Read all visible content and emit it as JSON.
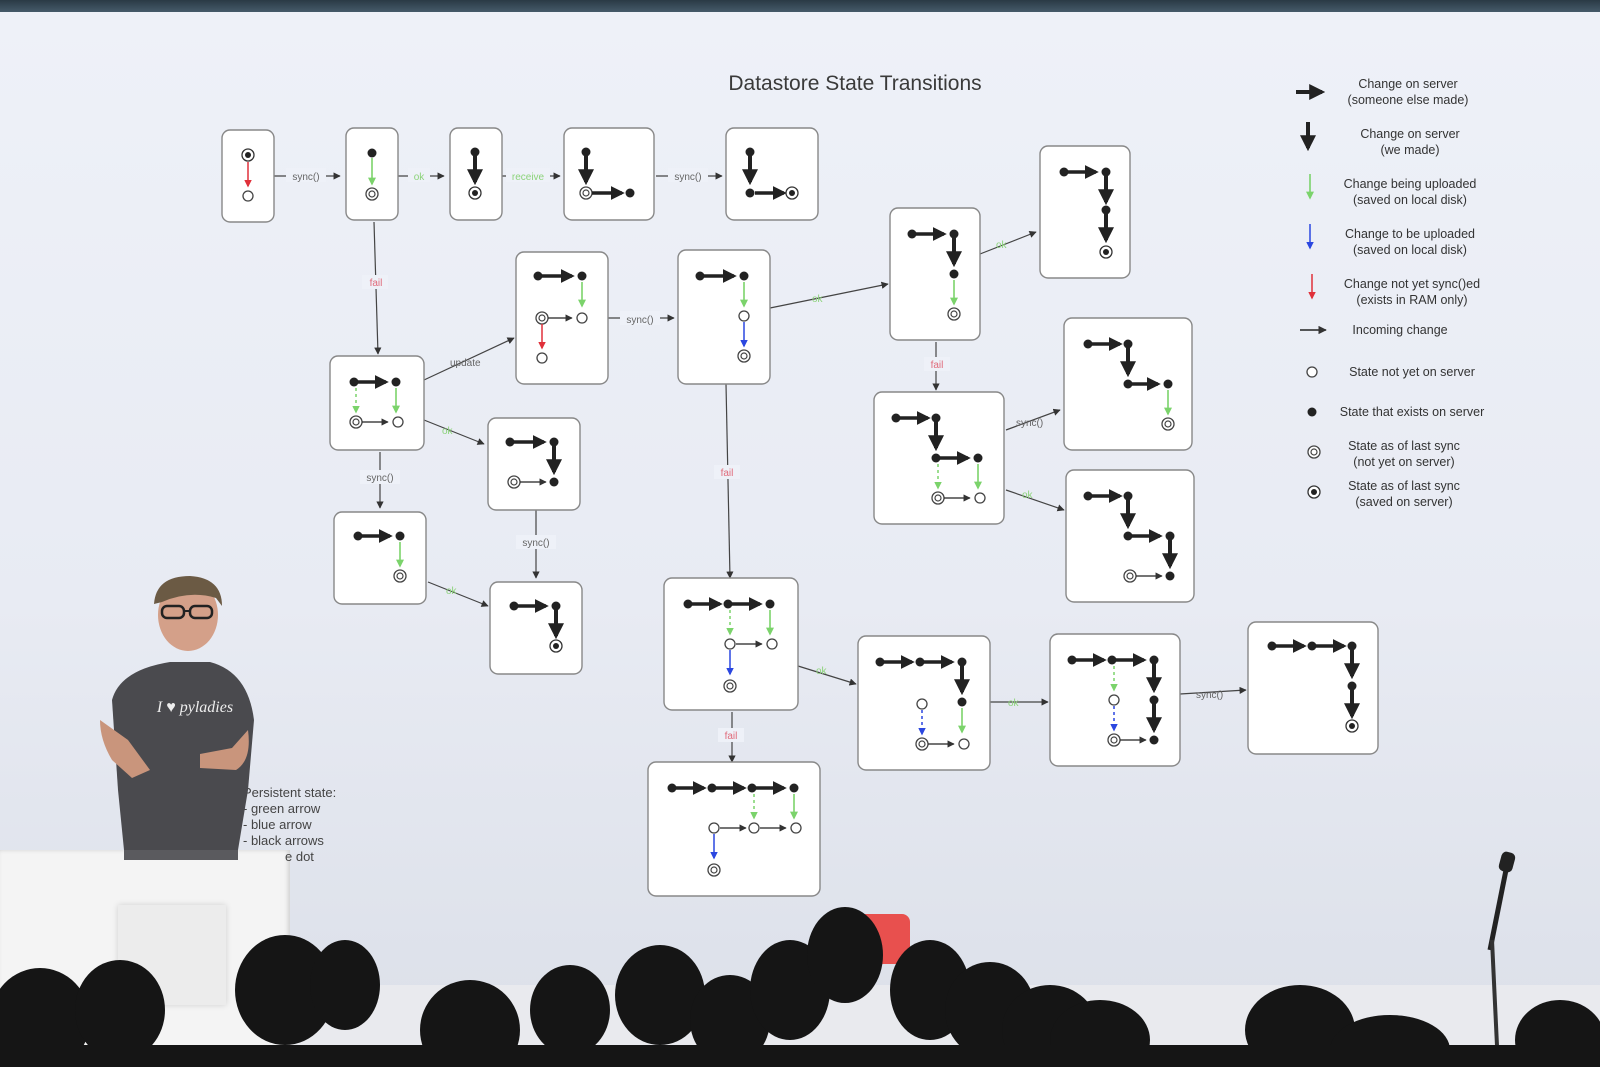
{
  "slide": {
    "title": "Datastore State Transitions",
    "edge_labels": {
      "sync": "sync()",
      "ok": "ok",
      "receive": "receive",
      "fail": "fail",
      "update": "update"
    },
    "legend": [
      {
        "icon": "black-horizontal-arrow-icon",
        "line1": "Change on server",
        "line2": "(someone else made)"
      },
      {
        "icon": "black-vertical-arrow-icon",
        "line1": "Change on server",
        "line2": "(we made)"
      },
      {
        "icon": "green-arrow-icon",
        "line1": "Change being uploaded",
        "line2": "(saved on local disk)"
      },
      {
        "icon": "blue-arrow-icon",
        "line1": "Change to be uploaded",
        "line2": "(saved on local disk)"
      },
      {
        "icon": "red-arrow-icon",
        "line1": "Change not yet sync()ed",
        "line2": "(exists in RAM only)"
      },
      {
        "icon": "thin-arrow-icon",
        "line1": "Incoming change",
        "line2": ""
      },
      {
        "icon": "hollow-dot-icon",
        "line1": "State not yet on server",
        "line2": ""
      },
      {
        "icon": "filled-dot-icon",
        "line1": "State that exists on server",
        "line2": ""
      },
      {
        "icon": "double-ring-icon",
        "line1": "State as of last sync",
        "line2": "(not yet on server)"
      },
      {
        "icon": "ring-dot-icon",
        "line1": "State as of last sync",
        "line2": "(saved on server)"
      }
    ],
    "persistent_state": {
      "heading": "Persistent state:",
      "items": [
        "- green arrow",
        "- blue arrow",
        "- black arrows",
        "e dot"
      ]
    }
  },
  "colors": {
    "green": "#7bd36b",
    "blue": "#2b47e0",
    "red": "#e0303a",
    "black": "#222222"
  },
  "speaker": {
    "shirt_text": "I ♥ pyladies"
  }
}
